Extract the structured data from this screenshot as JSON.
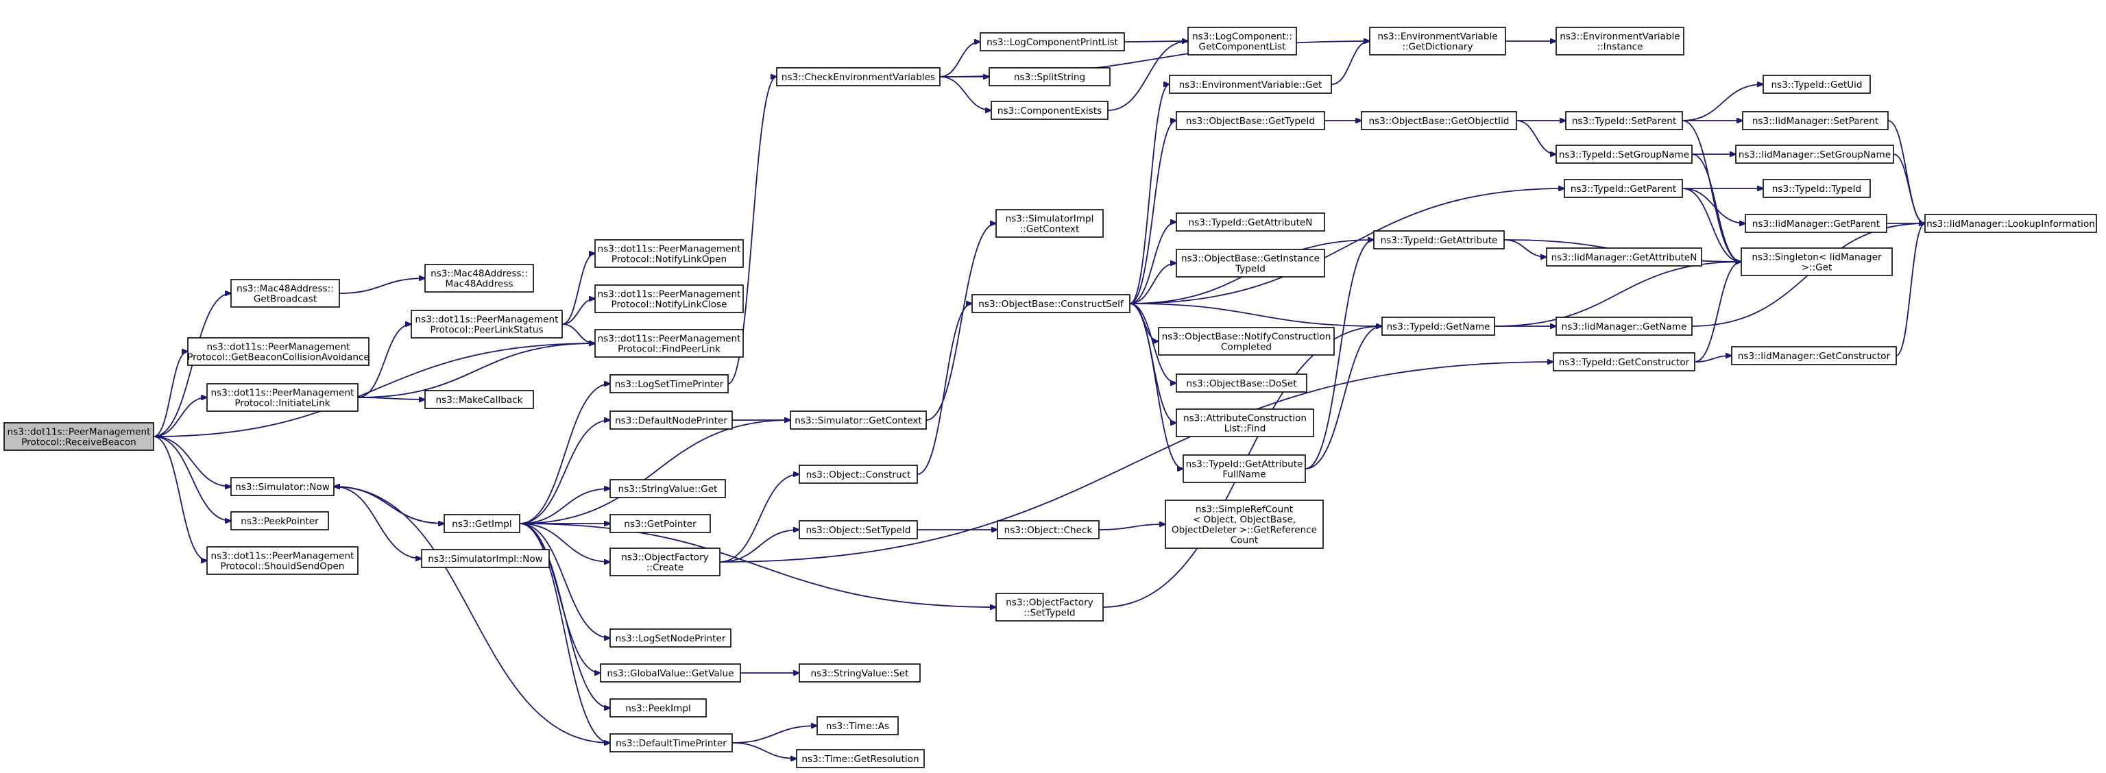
{
  "nodes": [
    {
      "id": "receiveBeacon",
      "lines": [
        "ns3::dot11s::PeerManagement",
        "Protocol::ReceiveBeacon"
      ],
      "root": true
    },
    {
      "id": "getBroadcast",
      "lines": [
        "ns3::Mac48Address::",
        "GetBroadcast"
      ]
    },
    {
      "id": "getBeaconCollision",
      "lines": [
        "ns3::dot11s::PeerManagement",
        "Protocol::GetBeaconCollisionAvoidance"
      ]
    },
    {
      "id": "initiateLink",
      "lines": [
        "ns3::dot11s::PeerManagement",
        "Protocol::InitiateLink"
      ]
    },
    {
      "id": "simNow",
      "lines": [
        "ns3::Simulator::Now"
      ]
    },
    {
      "id": "peekPointer",
      "lines": [
        "ns3::PeekPointer"
      ]
    },
    {
      "id": "shouldSendOpen",
      "lines": [
        "ns3::dot11s::PeerManagement",
        "Protocol::ShouldSendOpen"
      ]
    },
    {
      "id": "mac48Ctor",
      "lines": [
        "ns3::Mac48Address::",
        "Mac48Address"
      ]
    },
    {
      "id": "peerLinkStatus",
      "lines": [
        "ns3::dot11s::PeerManagement",
        "Protocol::PeerLinkStatus"
      ]
    },
    {
      "id": "notifyLinkOpen",
      "lines": [
        "ns3::dot11s::PeerManagement",
        "Protocol::NotifyLinkOpen"
      ]
    },
    {
      "id": "notifyLinkClose",
      "lines": [
        "ns3::dot11s::PeerManagement",
        "Protocol::NotifyLinkClose"
      ]
    },
    {
      "id": "findPeerLink",
      "lines": [
        "ns3::dot11s::PeerManagement",
        "Protocol::FindPeerLink"
      ]
    },
    {
      "id": "makeCallback",
      "lines": [
        "ns3::MakeCallback"
      ]
    },
    {
      "id": "getImpl",
      "lines": [
        "ns3::GetImpl"
      ]
    },
    {
      "id": "simImplNow",
      "lines": [
        "ns3::SimulatorImpl::Now"
      ]
    },
    {
      "id": "logSetTimePrinter",
      "lines": [
        "ns3::LogSetTimePrinter"
      ]
    },
    {
      "id": "defaultNodePrinter",
      "lines": [
        "ns3::DefaultNodePrinter"
      ]
    },
    {
      "id": "stringValueGet",
      "lines": [
        "ns3::StringValue::Get"
      ]
    },
    {
      "id": "getPointer",
      "lines": [
        "ns3::GetPointer"
      ]
    },
    {
      "id": "objFactoryCreate",
      "lines": [
        "ns3::ObjectFactory",
        "::Create"
      ]
    },
    {
      "id": "logSetNodePrinter",
      "lines": [
        "ns3::LogSetNodePrinter"
      ]
    },
    {
      "id": "globalValueGetValue",
      "lines": [
        "ns3::GlobalValue::GetValue"
      ]
    },
    {
      "id": "peekImpl",
      "lines": [
        "ns3::PeekImpl"
      ]
    },
    {
      "id": "defaultTimePrinter",
      "lines": [
        "ns3::DefaultTimePrinter"
      ]
    },
    {
      "id": "checkEnvVars",
      "lines": [
        "ns3::CheckEnvironmentVariables"
      ]
    },
    {
      "id": "simGetContext",
      "lines": [
        "ns3::Simulator::GetContext"
      ]
    },
    {
      "id": "objectConstruct",
      "lines": [
        "ns3::Object::Construct"
      ]
    },
    {
      "id": "objectSetTypeId",
      "lines": [
        "ns3::Object::SetTypeId"
      ]
    },
    {
      "id": "stringValueSet",
      "lines": [
        "ns3::StringValue::Set"
      ]
    },
    {
      "id": "timeAs",
      "lines": [
        "ns3::Time::As"
      ]
    },
    {
      "id": "timeGetResolution",
      "lines": [
        "ns3::Time::GetResolution"
      ]
    },
    {
      "id": "logCompPrintList",
      "lines": [
        "ns3::LogComponentPrintList"
      ]
    },
    {
      "id": "splitString",
      "lines": [
        "ns3::SplitString"
      ]
    },
    {
      "id": "componentExists",
      "lines": [
        "ns3::ComponentExists"
      ]
    },
    {
      "id": "simImplGetContext",
      "lines": [
        "ns3::SimulatorImpl",
        "::GetContext"
      ]
    },
    {
      "id": "objBaseConstructSelf",
      "lines": [
        "ns3::ObjectBase::ConstructSelf"
      ]
    },
    {
      "id": "objectCheck",
      "lines": [
        "ns3::Object::Check"
      ]
    },
    {
      "id": "objFactorySetTypeId",
      "lines": [
        "ns3::ObjectFactory",
        "::SetTypeId"
      ]
    },
    {
      "id": "logCompGetList",
      "lines": [
        "ns3::LogComponent::",
        "GetComponentList"
      ]
    },
    {
      "id": "envVarGet",
      "lines": [
        "ns3::EnvironmentVariable::Get"
      ]
    },
    {
      "id": "objBaseGetTypeId",
      "lines": [
        "ns3::ObjectBase::GetTypeId"
      ]
    },
    {
      "id": "typeIdGetAttributeN",
      "lines": [
        "ns3::TypeId::GetAttributeN"
      ]
    },
    {
      "id": "objBaseGetInstanceTypeId",
      "lines": [
        "ns3::ObjectBase::GetInstance",
        "TypeId"
      ]
    },
    {
      "id": "objBaseNotifyConstruction",
      "lines": [
        "ns3::ObjectBase::NotifyConstruction",
        "Completed"
      ]
    },
    {
      "id": "objBaseDoSet",
      "lines": [
        "ns3::ObjectBase::DoSet"
      ]
    },
    {
      "id": "attrConstructionFind",
      "lines": [
        "ns3::AttributeConstruction",
        "List::Find"
      ]
    },
    {
      "id": "typeIdGetAttrFullName",
      "lines": [
        "ns3::TypeId::GetAttribute",
        "FullName"
      ]
    },
    {
      "id": "simpleRefCount",
      "lines": [
        "ns3::SimpleRefCount",
        "< Object, ObjectBase,",
        "ObjectDeleter >::GetReference",
        "Count"
      ]
    },
    {
      "id": "envVarGetDictionary",
      "lines": [
        "ns3::EnvironmentVariable",
        "::GetDictionary"
      ]
    },
    {
      "id": "objBaseGetObjectIid",
      "lines": [
        "ns3::ObjectBase::GetObjectIid"
      ]
    },
    {
      "id": "typeIdGetAttribute",
      "lines": [
        "ns3::TypeId::GetAttribute"
      ]
    },
    {
      "id": "typeIdGetName",
      "lines": [
        "ns3::TypeId::GetName"
      ]
    },
    {
      "id": "envVarInstance",
      "lines": [
        "ns3::EnvironmentVariable",
        "::Instance"
      ]
    },
    {
      "id": "typeIdSetParent",
      "lines": [
        "ns3::TypeId::SetParent"
      ]
    },
    {
      "id": "typeIdSetGroupName",
      "lines": [
        "ns3::TypeId::SetGroupName"
      ]
    },
    {
      "id": "typeIdGetParent",
      "lines": [
        "ns3::TypeId::GetParent"
      ]
    },
    {
      "id": "typeIdGetConstructor",
      "lines": [
        "ns3::TypeId::GetConstructor"
      ]
    },
    {
      "id": "iidGetAttributeN",
      "lines": [
        "ns3::IidManager::GetAttributeN"
      ]
    },
    {
      "id": "iidGetName",
      "lines": [
        "ns3::IidManager::GetName"
      ]
    },
    {
      "id": "typeIdGetUid",
      "lines": [
        "ns3::TypeId::GetUid"
      ]
    },
    {
      "id": "iidSetParent",
      "lines": [
        "ns3::IidManager::SetParent"
      ]
    },
    {
      "id": "iidSetGroupName",
      "lines": [
        "ns3::IidManager::SetGroupName"
      ]
    },
    {
      "id": "typeIdTypeId",
      "lines": [
        "ns3::TypeId::TypeId"
      ]
    },
    {
      "id": "iidGetParent",
      "lines": [
        "ns3::IidManager::GetParent"
      ]
    },
    {
      "id": "singletonGet",
      "lines": [
        "ns3::Singleton< IidManager",
        ">::Get"
      ]
    },
    {
      "id": "iidGetConstructor",
      "lines": [
        "ns3::IidManager::GetConstructor"
      ]
    },
    {
      "id": "iidLookupInformation",
      "lines": [
        "ns3::IidManager::LookupInformation"
      ]
    }
  ],
  "edges": [
    [
      "receiveBeacon",
      "getBroadcast"
    ],
    [
      "receiveBeacon",
      "getBeaconCollision"
    ],
    [
      "receiveBeacon",
      "initiateLink"
    ],
    [
      "receiveBeacon",
      "simNow"
    ],
    [
      "receiveBeacon",
      "peekPointer"
    ],
    [
      "receiveBeacon",
      "shouldSendOpen"
    ],
    [
      "receiveBeacon",
      "findPeerLink"
    ],
    [
      "getBroadcast",
      "mac48Ctor"
    ],
    [
      "initiateLink",
      "peerLinkStatus"
    ],
    [
      "initiateLink",
      "findPeerLink"
    ],
    [
      "initiateLink",
      "makeCallback"
    ],
    [
      "peerLinkStatus",
      "notifyLinkOpen"
    ],
    [
      "peerLinkStatus",
      "notifyLinkClose"
    ],
    [
      "peerLinkStatus",
      "findPeerLink"
    ],
    [
      "simNow",
      "getImpl"
    ],
    [
      "simNow",
      "simImplNow"
    ],
    [
      "getImpl",
      "logSetTimePrinter"
    ],
    [
      "getImpl",
      "defaultNodePrinter"
    ],
    [
      "getImpl",
      "simGetContext"
    ],
    [
      "getImpl",
      "stringValueGet"
    ],
    [
      "getImpl",
      "getPointer"
    ],
    [
      "getImpl",
      "objFactoryCreate"
    ],
    [
      "getImpl",
      "objFactorySetTypeId"
    ],
    [
      "getImpl",
      "logSetNodePrinter"
    ],
    [
      "getImpl",
      "globalValueGetValue"
    ],
    [
      "getImpl",
      "peekImpl"
    ],
    [
      "getImpl",
      "defaultTimePrinter"
    ],
    [
      "getImpl",
      "simNow"
    ],
    [
      "logSetTimePrinter",
      "checkEnvVars"
    ],
    [
      "defaultNodePrinter",
      "simGetContext"
    ],
    [
      "simGetContext",
      "simImplGetContext"
    ],
    [
      "objFactoryCreate",
      "objectConstruct"
    ],
    [
      "objFactoryCreate",
      "objectSetTypeId"
    ],
    [
      "objFactoryCreate",
      "typeIdGetConstructor"
    ],
    [
      "globalValueGetValue",
      "stringValueSet"
    ],
    [
      "defaultTimePrinter",
      "simNow"
    ],
    [
      "defaultTimePrinter",
      "timeAs"
    ],
    [
      "defaultTimePrinter",
      "timeGetResolution"
    ],
    [
      "checkEnvVars",
      "logCompPrintList"
    ],
    [
      "checkEnvVars",
      "splitString"
    ],
    [
      "checkEnvVars",
      "componentExists"
    ],
    [
      "checkEnvVars",
      "envVarGetDictionary"
    ],
    [
      "logCompPrintList",
      "logCompGetList"
    ],
    [
      "componentExists",
      "logCompGetList"
    ],
    [
      "objectConstruct",
      "objBaseConstructSelf"
    ],
    [
      "objectSetTypeId",
      "objectCheck"
    ],
    [
      "objectCheck",
      "simpleRefCount"
    ],
    [
      "objFactorySetTypeId",
      "typeIdGetName"
    ],
    [
      "objBaseConstructSelf",
      "envVarGet"
    ],
    [
      "objBaseConstructSelf",
      "objBaseGetTypeId"
    ],
    [
      "objBaseConstructSelf",
      "typeIdGetAttributeN"
    ],
    [
      "objBaseConstructSelf",
      "objBaseGetInstanceTypeId"
    ],
    [
      "objBaseConstructSelf",
      "objBaseNotifyConstruction"
    ],
    [
      "objBaseConstructSelf",
      "objBaseDoSet"
    ],
    [
      "objBaseConstructSelf",
      "attrConstructionFind"
    ],
    [
      "objBaseConstructSelf",
      "typeIdGetAttrFullName"
    ],
    [
      "objBaseConstructSelf",
      "typeIdGetAttribute"
    ],
    [
      "objBaseConstructSelf",
      "typeIdGetName"
    ],
    [
      "objBaseConstructSelf",
      "typeIdGetParent"
    ],
    [
      "envVarGet",
      "envVarGetDictionary"
    ],
    [
      "envVarGetDictionary",
      "envVarInstance"
    ],
    [
      "objBaseGetTypeId",
      "objBaseGetObjectIid"
    ],
    [
      "objBaseGetObjectIid",
      "typeIdSetParent"
    ],
    [
      "objBaseGetObjectIid",
      "typeIdSetGroupName"
    ],
    [
      "typeIdGetAttrFullName",
      "typeIdGetAttribute"
    ],
    [
      "typeIdGetAttrFullName",
      "typeIdGetName"
    ],
    [
      "typeIdGetAttribute",
      "iidGetAttributeN"
    ],
    [
      "typeIdGetAttribute",
      "singletonGet"
    ],
    [
      "typeIdGetName",
      "iidGetName"
    ],
    [
      "typeIdGetName",
      "singletonGet"
    ],
    [
      "typeIdSetParent",
      "typeIdGetUid"
    ],
    [
      "typeIdSetParent",
      "iidSetParent"
    ],
    [
      "typeIdSetParent",
      "singletonGet"
    ],
    [
      "typeIdSetGroupName",
      "iidSetGroupName"
    ],
    [
      "typeIdSetGroupName",
      "singletonGet"
    ],
    [
      "typeIdGetParent",
      "typeIdTypeId"
    ],
    [
      "typeIdGetParent",
      "iidGetParent"
    ],
    [
      "typeIdGetParent",
      "singletonGet"
    ],
    [
      "typeIdGetConstructor",
      "iidGetConstructor"
    ],
    [
      "typeIdGetConstructor",
      "singletonGet"
    ],
    [
      "iidGetName",
      "iidLookupInformation"
    ],
    [
      "iidSetParent",
      "iidLookupInformation"
    ],
    [
      "iidSetGroupName",
      "iidLookupInformation"
    ],
    [
      "iidGetParent",
      "iidLookupInformation"
    ],
    [
      "iidGetConstructor",
      "iidLookupInformation"
    ]
  ]
}
